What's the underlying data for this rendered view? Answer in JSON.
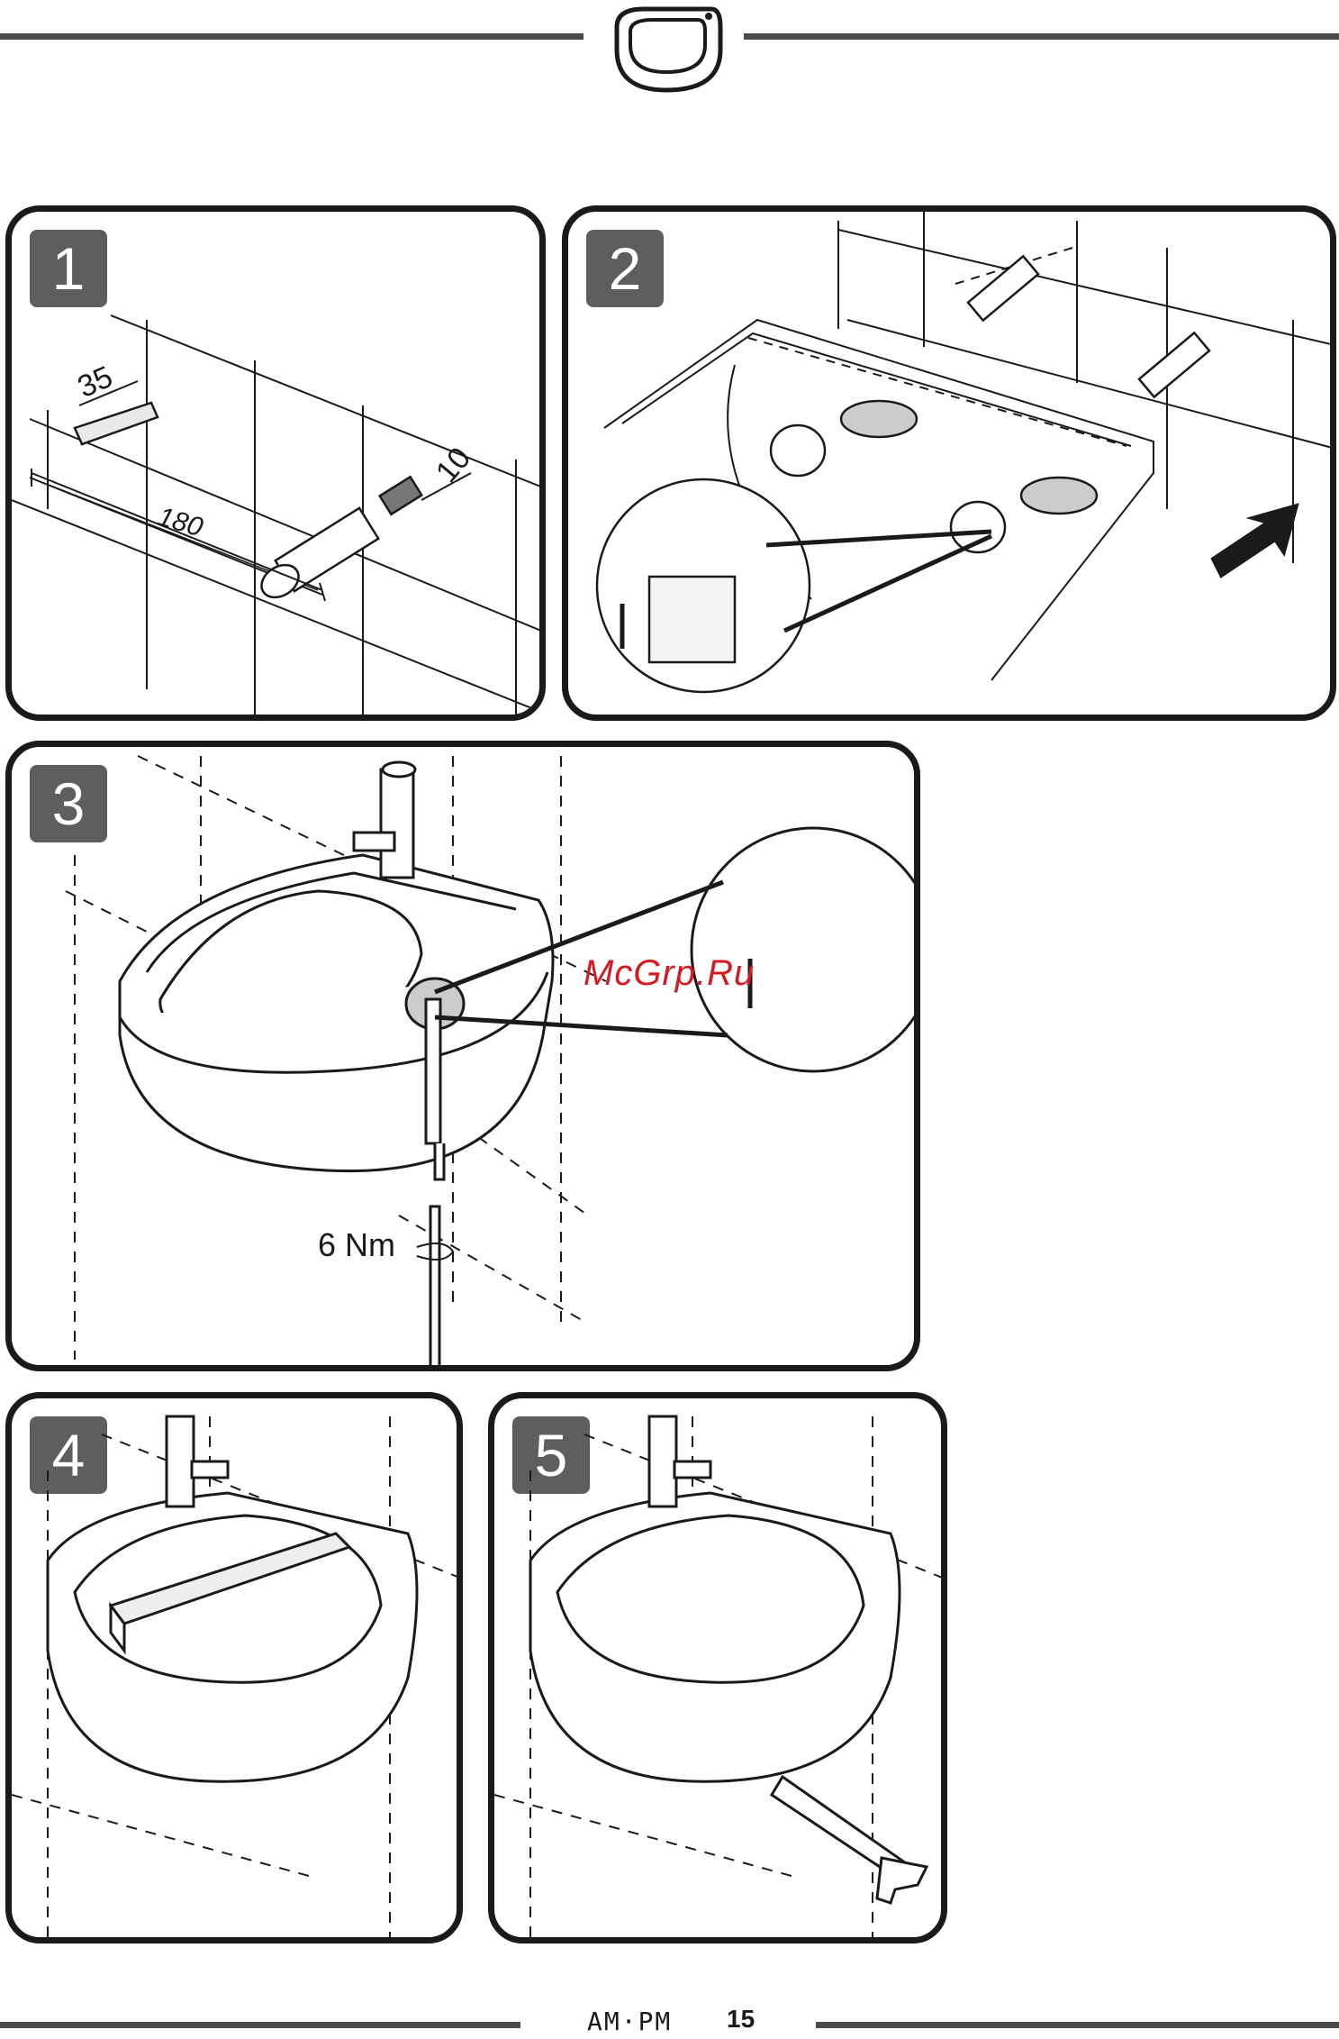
{
  "header": {
    "icon": "bidet-top-view-icon"
  },
  "panels": [
    {
      "step": "1",
      "dims": {
        "a": "35",
        "b": "10",
        "c": "180"
      }
    },
    {
      "step": "2"
    },
    {
      "step": "3",
      "torque": "6 Nm"
    },
    {
      "step": "4"
    },
    {
      "step": "5"
    }
  ],
  "watermark": "McGrp.Ru",
  "footer": {
    "brand": "AM·PM",
    "page": "15"
  },
  "colors": {
    "ink": "#1a1a1a",
    "badge": "#5e5e5e",
    "watermark": "#d71920"
  }
}
